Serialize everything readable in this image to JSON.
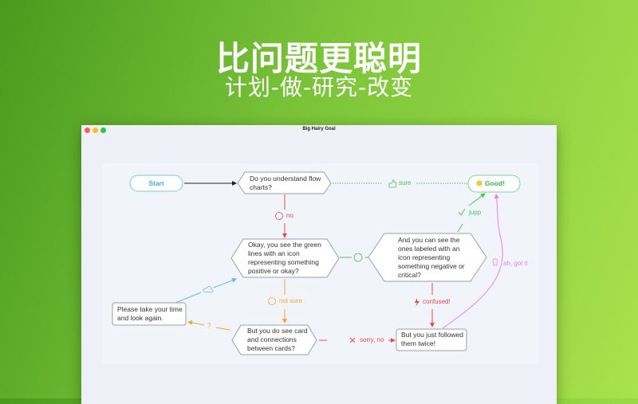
{
  "headline": "比问题更聪明",
  "subheadline": "计划-做-研究-改变",
  "window": {
    "title": "Big Hairy Goal"
  },
  "nodes": {
    "start": "Start",
    "q1": "Do you understand flow charts?",
    "good": "Good!",
    "q2": "Okay, you see the green lines with an icon representing something positive or okay?",
    "q3": "And you can see the ones labeled with an icon representing something negative or critical?",
    "look_again": "Please take your time and look again.",
    "q4": "But you do see card and connections between cards?",
    "followed": "But you just followed them twice!"
  },
  "edges": {
    "sure": "sure",
    "no": "no",
    "jupp": "jupp",
    "not_sure": "not sure",
    "question": "?",
    "confused": "confused!",
    "sorry_no": "sorry, no",
    "ah_got_it": "ah, got it"
  },
  "colors": {
    "green": "#4cc35a",
    "red": "#ec4b45",
    "orange": "#f2a23b",
    "blue": "#6cb8e8",
    "magenta": "#e87ef0"
  }
}
